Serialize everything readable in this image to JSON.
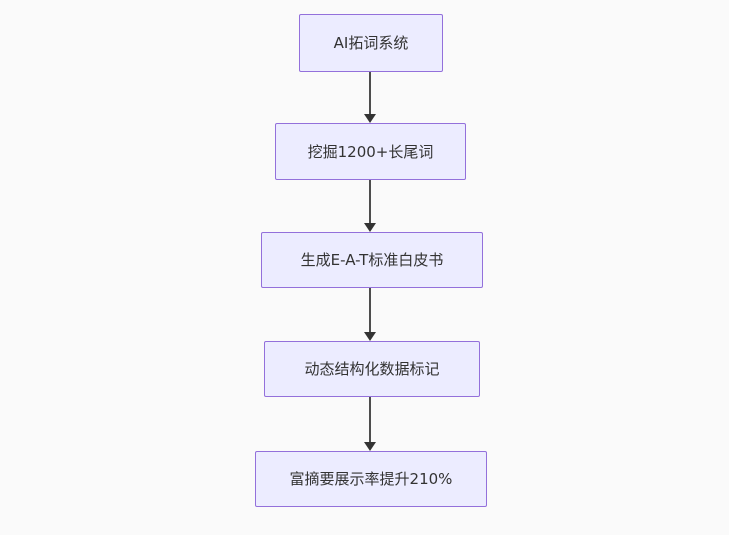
{
  "flowchart": {
    "type": "flowchart",
    "direction": "top-down",
    "nodes": [
      {
        "label": "AI拓词系统"
      },
      {
        "label": "挖掘1200+长尾词"
      },
      {
        "label": "生成E-A-T标准白皮书"
      },
      {
        "label": "动态结构化数据标记"
      },
      {
        "label": "富摘要展示率提升210%"
      }
    ],
    "edges": [
      {
        "from": 0,
        "to": 1
      },
      {
        "from": 1,
        "to": 2
      },
      {
        "from": 2,
        "to": 3
      },
      {
        "from": 3,
        "to": 4
      }
    ],
    "colors": {
      "background": "#fafafa",
      "node_fill": "#ececff",
      "node_border": "#9370db",
      "node_text": "#333333",
      "arrow": "#333333"
    }
  }
}
